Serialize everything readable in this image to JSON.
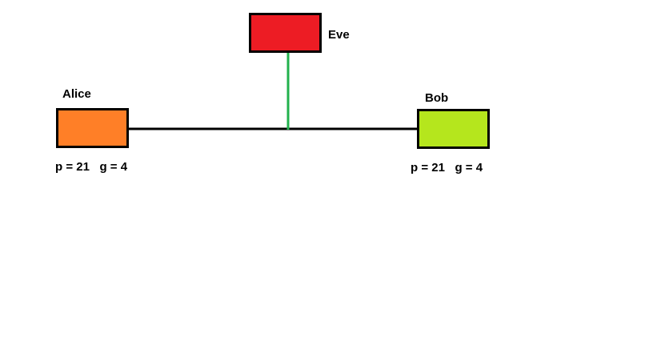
{
  "diagram": {
    "nodes": [
      {
        "id": "alice",
        "name": "Alice",
        "params": "p = 21   g = 4",
        "color": "#FF7F27"
      },
      {
        "id": "bob",
        "name": "Bob",
        "params": "p = 21   g = 4",
        "color": "#B5E61D"
      },
      {
        "id": "eve",
        "name": "Eve",
        "params": "",
        "color": "#ED1C24"
      }
    ],
    "edges": [
      {
        "from": "alice",
        "to": "bob",
        "color": "#000000"
      },
      {
        "from": "eve",
        "to": "channel",
        "color": "#22B14C"
      }
    ]
  }
}
